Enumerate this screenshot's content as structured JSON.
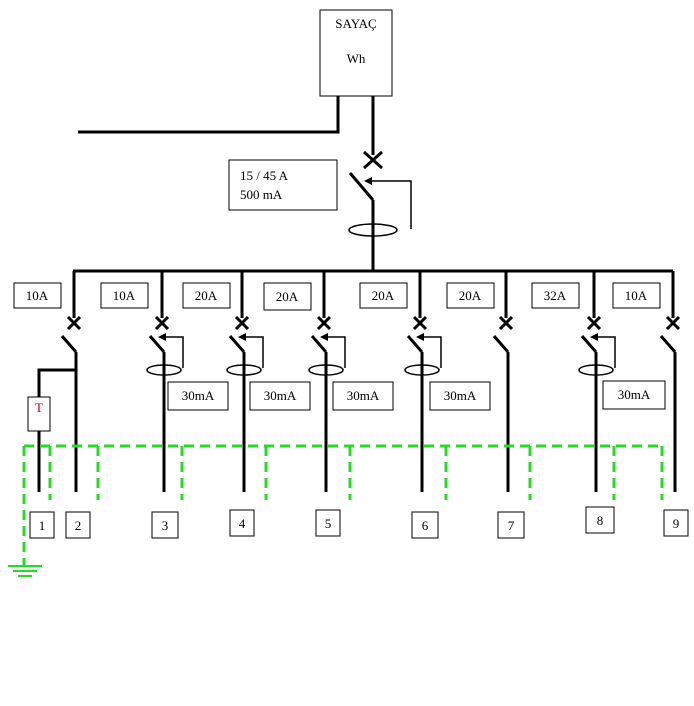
{
  "meter": {
    "title": "SAYAÇ",
    "unit": "Wh"
  },
  "main_breaker": {
    "rating": "15 / 45 A",
    "sensitivity": "500 mA"
  },
  "breakers": [
    {
      "rating": "10A"
    },
    {
      "rating": "10A"
    },
    {
      "rating": "20A"
    },
    {
      "rating": "20A"
    },
    {
      "rating": "20A"
    },
    {
      "rating": "20A"
    },
    {
      "rating": "32A"
    },
    {
      "rating": "10A"
    }
  ],
  "rcd_labels": [
    "30mA",
    "30mA",
    "30mA",
    "30mA",
    "30mA"
  ],
  "timer_label": "T",
  "circuits": [
    "1",
    "2",
    "3",
    "4",
    "5",
    "6",
    "7",
    "8",
    "9"
  ],
  "colors": {
    "wire": "#000000",
    "earth": "#22dd22",
    "timer_text": "#cc0000"
  }
}
